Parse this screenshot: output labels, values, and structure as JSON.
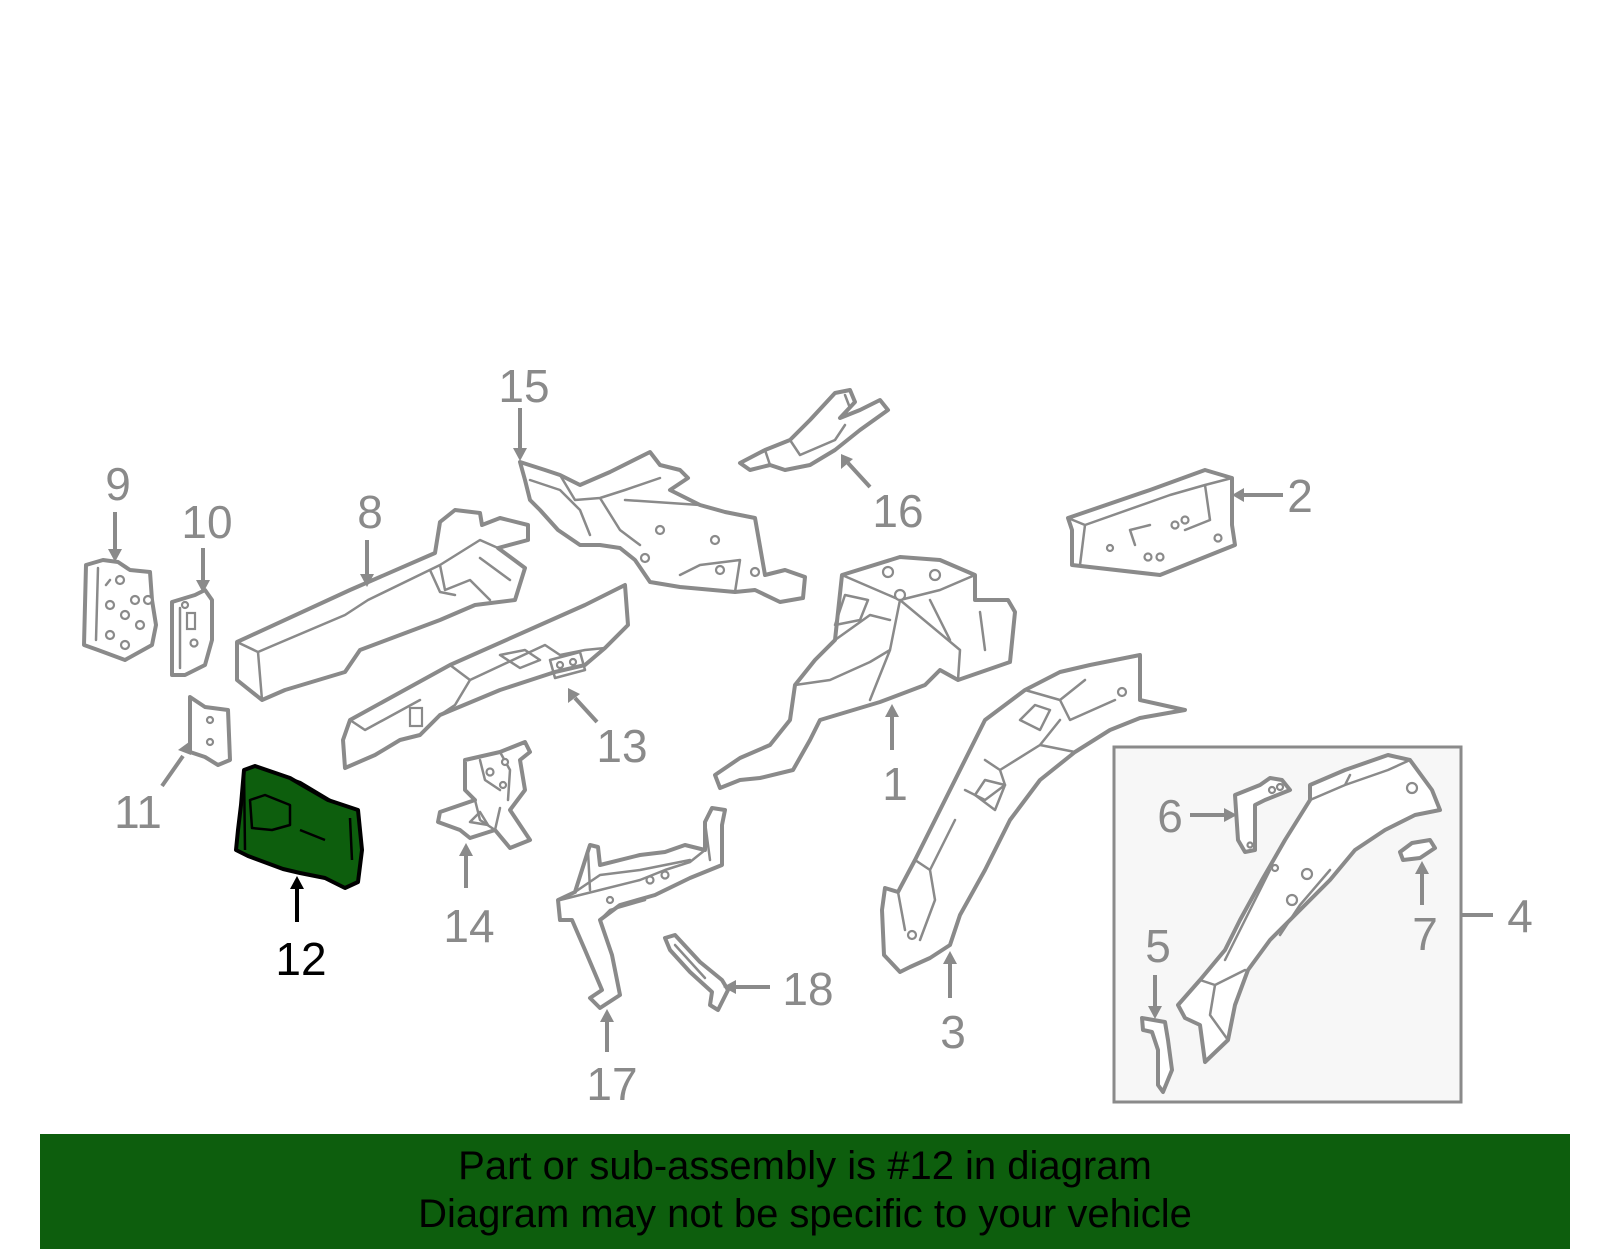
{
  "diagram": {
    "highlighted_part": "12",
    "highlight_color": "#0d5e0d",
    "callouts": [
      "1",
      "2",
      "3",
      "4",
      "5",
      "6",
      "7",
      "8",
      "9",
      "10",
      "11",
      "12",
      "13",
      "14",
      "15",
      "16",
      "17",
      "18"
    ]
  },
  "banner": {
    "background": "#0d5e0d",
    "line1": "Part or sub-assembly is #12 in diagram",
    "line2": "Diagram may not be specific to your vehicle"
  }
}
